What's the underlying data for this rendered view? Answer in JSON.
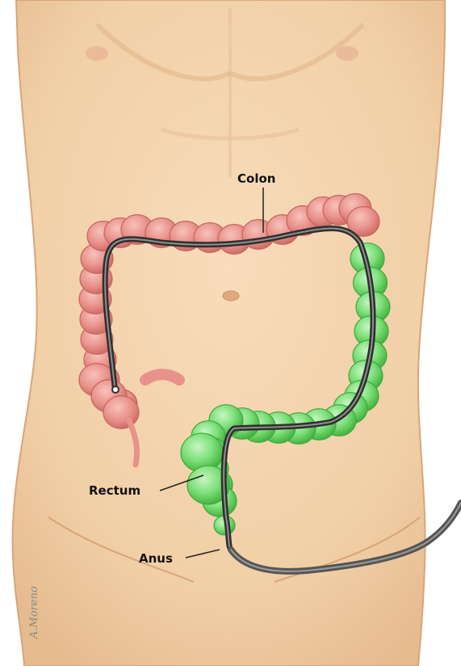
{
  "labels": {
    "colon": "Colon",
    "rectum": "Rectum",
    "anus": "Anus"
  },
  "signature": "A.Moreno",
  "colors": {
    "skin": "#f3d2ac",
    "skin_shadow": "#e3b98d",
    "colon_segment": "#e8928b",
    "colon_highlight": "#f4b5ae",
    "highlighted_segment": "#7ee07a",
    "highlighted_edge": "#3fa93c",
    "scope_tube": "#3a3a3a"
  }
}
